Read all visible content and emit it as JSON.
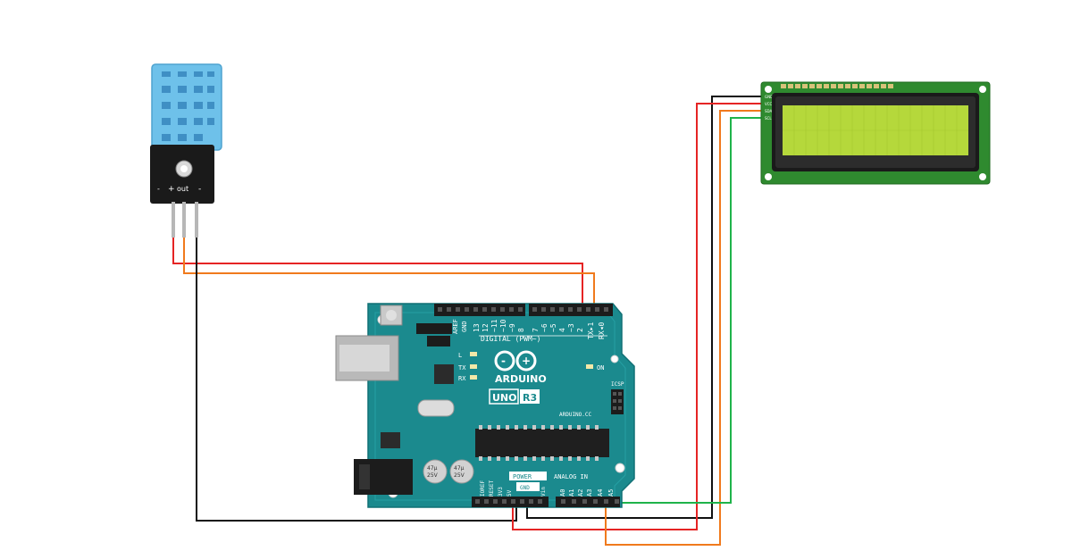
{
  "dht_sensor": {
    "pin_label_plus": "+",
    "pin_label_out": "out",
    "pin_label_minus": "-"
  },
  "arduino": {
    "brand": "ARDUINO",
    "model_uno": "UNO",
    "model_r3": "R3",
    "header_digital": "DIGITAL (PWM~)",
    "header_power": "POWER",
    "header_analog": "ANALOG IN",
    "label_aref": "AREF",
    "label_gnd": "GND",
    "label_on": "ON",
    "label_icsp": "ICSP",
    "label_l": "L",
    "label_tx": "TX",
    "label_rx": "RX",
    "label_tx_pin": "TX▸1",
    "label_rx_pin": "RX◂0",
    "website": "ARDUINO.CC",
    "digital_pins": [
      "13",
      "12",
      "~11",
      "~10",
      "~9",
      "8",
      "7",
      "~6",
      "~5",
      "4",
      "~3",
      "2"
    ],
    "power_pins": [
      "IOREF",
      "RESET",
      "3V3",
      "5V",
      "GND",
      "GND",
      "Vin"
    ],
    "analog_pins": [
      "A0",
      "A1",
      "A2",
      "A3",
      "A4",
      "A5"
    ],
    "cap_label_1": "47µ",
    "cap_label_2": "25V"
  },
  "lcd": {
    "pin_labels": [
      "GND",
      "VCC",
      "SDA",
      "SCL"
    ],
    "screen_color": "#b5d83b",
    "pcb_color": "#2f8a2f"
  },
  "wire_colors": {
    "red": "#e52424",
    "orange": "#f07a1d",
    "black": "#111111",
    "green": "#1fb34a"
  }
}
